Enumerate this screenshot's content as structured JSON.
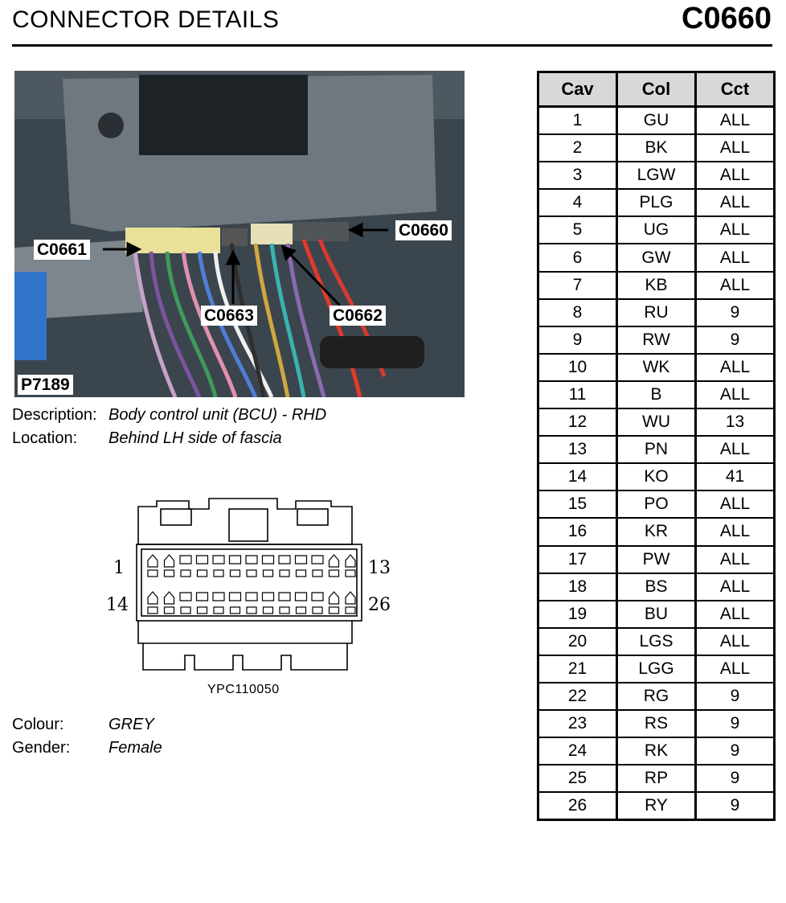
{
  "header": {
    "title": "CONNECTOR DETAILS",
    "code": "C0660"
  },
  "photo": {
    "callouts": [
      "C0660",
      "C0661",
      "C0663",
      "C0662"
    ],
    "reference": "P7189"
  },
  "details": {
    "description_label": "Description:",
    "description_value": "Body control unit (BCU) - RHD",
    "location_label": "Location:",
    "location_value": "Behind LH side of fascia",
    "colour_label": "Colour:",
    "colour_value": "GREY",
    "gender_label": "Gender:",
    "gender_value": "Female"
  },
  "diagram": {
    "pin_labels": {
      "top_left": "1",
      "top_right": "13",
      "bottom_left": "14",
      "bottom_right": "26"
    },
    "part_number": "YPC110050"
  },
  "pin_table": {
    "headers": [
      "Cav",
      "Col",
      "Cct"
    ],
    "rows": [
      [
        "1",
        "GU",
        "ALL"
      ],
      [
        "2",
        "BK",
        "ALL"
      ],
      [
        "3",
        "LGW",
        "ALL"
      ],
      [
        "4",
        "PLG",
        "ALL"
      ],
      [
        "5",
        "UG",
        "ALL"
      ],
      [
        "6",
        "GW",
        "ALL"
      ],
      [
        "7",
        "KB",
        "ALL"
      ],
      [
        "8",
        "RU",
        "9"
      ],
      [
        "9",
        "RW",
        "9"
      ],
      [
        "10",
        "WK",
        "ALL"
      ],
      [
        "11",
        "B",
        "ALL"
      ],
      [
        "12",
        "WU",
        "13"
      ],
      [
        "13",
        "PN",
        "ALL"
      ],
      [
        "14",
        "KO",
        "41"
      ],
      [
        "15",
        "PO",
        "ALL"
      ],
      [
        "16",
        "KR",
        "ALL"
      ],
      [
        "17",
        "PW",
        "ALL"
      ],
      [
        "18",
        "BS",
        "ALL"
      ],
      [
        "19",
        "BU",
        "ALL"
      ],
      [
        "20",
        "LGS",
        "ALL"
      ],
      [
        "21",
        "LGG",
        "ALL"
      ],
      [
        "22",
        "RG",
        "9"
      ],
      [
        "23",
        "RS",
        "9"
      ],
      [
        "24",
        "RK",
        "9"
      ],
      [
        "25",
        "RP",
        "9"
      ],
      [
        "26",
        "RY",
        "9"
      ]
    ]
  }
}
